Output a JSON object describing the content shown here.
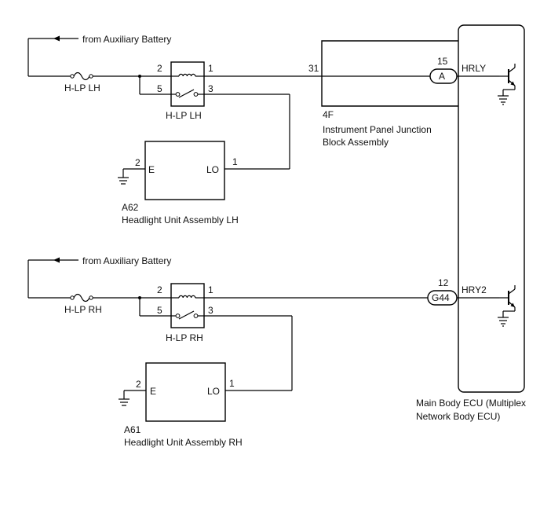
{
  "sources": {
    "upper": "from Auxiliary Battery",
    "lower": "from Auxiliary Battery"
  },
  "fuses": {
    "lh": "H-LP LH",
    "rh": "H-LP RH"
  },
  "relays": {
    "lh": {
      "label": "H-LP LH",
      "pin_coil_in": "2",
      "pin_coil_out": "1",
      "pin_sw_in": "5",
      "pin_sw_out": "3"
    },
    "rh": {
      "label": "H-LP RH",
      "pin_coil_in": "2",
      "pin_coil_out": "1",
      "pin_sw_in": "5",
      "pin_sw_out": "3"
    }
  },
  "junction_block": {
    "name_line1": "Instrument Panel Junction",
    "name_line2": "Block Assembly",
    "connector_id": "4F",
    "pin": "31"
  },
  "ecu": {
    "name_line1": "Main Body ECU (Multiplex",
    "name_line2": "Network Body ECU)",
    "hrly": {
      "connector": "A",
      "pin": "15",
      "signal": "HRLY"
    },
    "hry2": {
      "connector": "G44",
      "pin": "12",
      "signal": "HRY2"
    }
  },
  "headlights": {
    "lh": {
      "code": "A62",
      "name": "Headlight Unit Assembly LH",
      "e_label": "E",
      "e_pin": "2",
      "lo_label": "LO",
      "lo_pin": "1"
    },
    "rh": {
      "code": "A61",
      "name": "Headlight Unit Assembly RH",
      "e_label": "E",
      "e_pin": "2",
      "lo_label": "LO",
      "lo_pin": "1"
    }
  }
}
